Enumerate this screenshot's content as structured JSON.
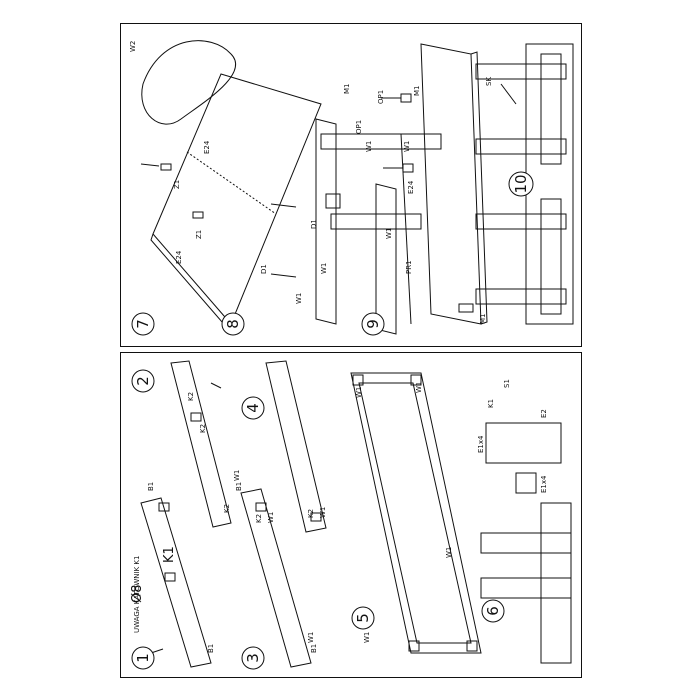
{
  "document": {
    "orientation": "rotated-90-ccw",
    "top_panel": {
      "steps": [
        "7",
        "8",
        "9",
        "10"
      ],
      "labels": {
        "w2": "W2",
        "z1_a": "Z1",
        "z1_b": "Z1",
        "e24_a": "E24",
        "e24_b": "E24",
        "d1_a": "D1",
        "d1_b": "D1",
        "w1_a": "W1",
        "w1_b": "W1",
        "m1_a": "M1",
        "m1_b": "M1",
        "op1_a": "OP1",
        "op1_b": "OP1",
        "w1_c": "W1",
        "w1_d": "W1",
        "e24_c": "E24",
        "pr1": "PR1",
        "w1_e": "W1",
        "m1_c": "M1",
        "sk": "SK"
      }
    },
    "bottom_panel": {
      "steps": [
        "1",
        "2",
        "3",
        "4",
        "5",
        "6"
      ],
      "labels": {
        "warning": "UWAGA KĄTOWNIK K1",
        "k1_big": "K1",
        "phi8": "Ø8",
        "b1_a": "B1",
        "b1_b": "B1",
        "k2_a": "K2",
        "k2_b": "K2",
        "k2_c": "K2",
        "w1_a": "W1",
        "b1_c": "B1",
        "k2_d": "K2",
        "w1_b": "W1",
        "b1_d": "B1",
        "w1_c": "W1",
        "k2_e": "K2",
        "w1_d": "W1",
        "w1_e": "W1",
        "w1_f": "W1",
        "w1_g": "W1",
        "w1_h": "W1",
        "e1x4_a": "E1x4",
        "e1x4_b": "E1x4",
        "k1_c": "K1",
        "s1": "S1",
        "e2": "E2"
      }
    }
  }
}
